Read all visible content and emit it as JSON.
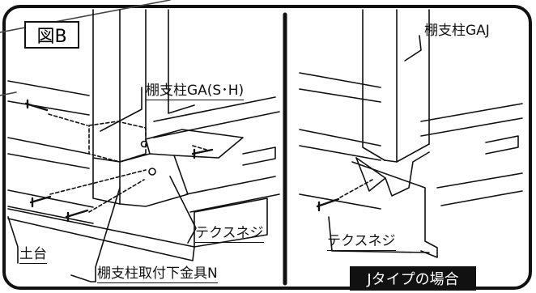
{
  "figure_label": "図B",
  "labels": {
    "post_ga": "棚支柱GA(S･H)",
    "post_gaj": "棚支柱GAJ",
    "screw_left": "テクスネジ",
    "screw_right": "テクスネジ",
    "base": "土台",
    "bracket": "棚支柱取付下金具N"
  },
  "j_case": "Jタイプの場合"
}
